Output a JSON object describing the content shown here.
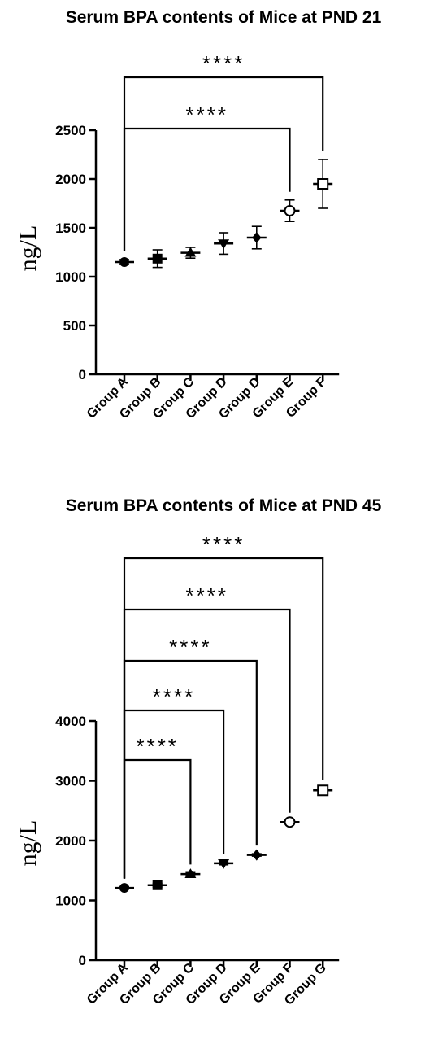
{
  "chart_data": [
    {
      "type": "scatter",
      "title": "Serum BPA contents of Mice at PND 21",
      "ylabel": "ng/L",
      "ylim": [
        0,
        2500
      ],
      "yticks": [
        0,
        500,
        1000,
        1500,
        2000,
        2500
      ],
      "categories": [
        "Group A",
        "Group B",
        "Group C",
        "Group D",
        "Group D",
        "Group E",
        "Group F"
      ],
      "values": [
        1150,
        1185,
        1245,
        1340,
        1400,
        1675,
        1950
      ],
      "err": [
        25,
        90,
        55,
        110,
        115,
        110,
        250
      ],
      "markers": [
        "circle",
        "square",
        "triangle-up",
        "triangle-down",
        "diamond",
        "circle-open",
        "square-open"
      ],
      "significance": [
        {
          "from": 0,
          "to": 5,
          "label": "****"
        },
        {
          "from": 0,
          "to": 6,
          "label": "****"
        }
      ]
    },
    {
      "type": "scatter",
      "title": "Serum BPA contents of Mice at PND 45",
      "ylabel": "ng/L",
      "ylim": [
        0,
        4000
      ],
      "yticks": [
        0,
        1000,
        2000,
        3000,
        4000
      ],
      "categories": [
        "Group A",
        "Group B",
        "Group C",
        "Group D",
        "Group E",
        "Group F",
        "Group G"
      ],
      "values": [
        1210,
        1255,
        1440,
        1620,
        1760,
        2310,
        2840
      ],
      "err": [
        20,
        30,
        25,
        25,
        20,
        20,
        30
      ],
      "markers": [
        "circle",
        "square",
        "triangle-up",
        "triangle-down",
        "diamond",
        "circle-open",
        "square-open"
      ],
      "significance": [
        {
          "from": 0,
          "to": 2,
          "label": "****"
        },
        {
          "from": 0,
          "to": 3,
          "label": "****"
        },
        {
          "from": 0,
          "to": 4,
          "label": "****"
        },
        {
          "from": 0,
          "to": 5,
          "label": "****"
        },
        {
          "from": 0,
          "to": 6,
          "label": "****"
        }
      ]
    }
  ]
}
